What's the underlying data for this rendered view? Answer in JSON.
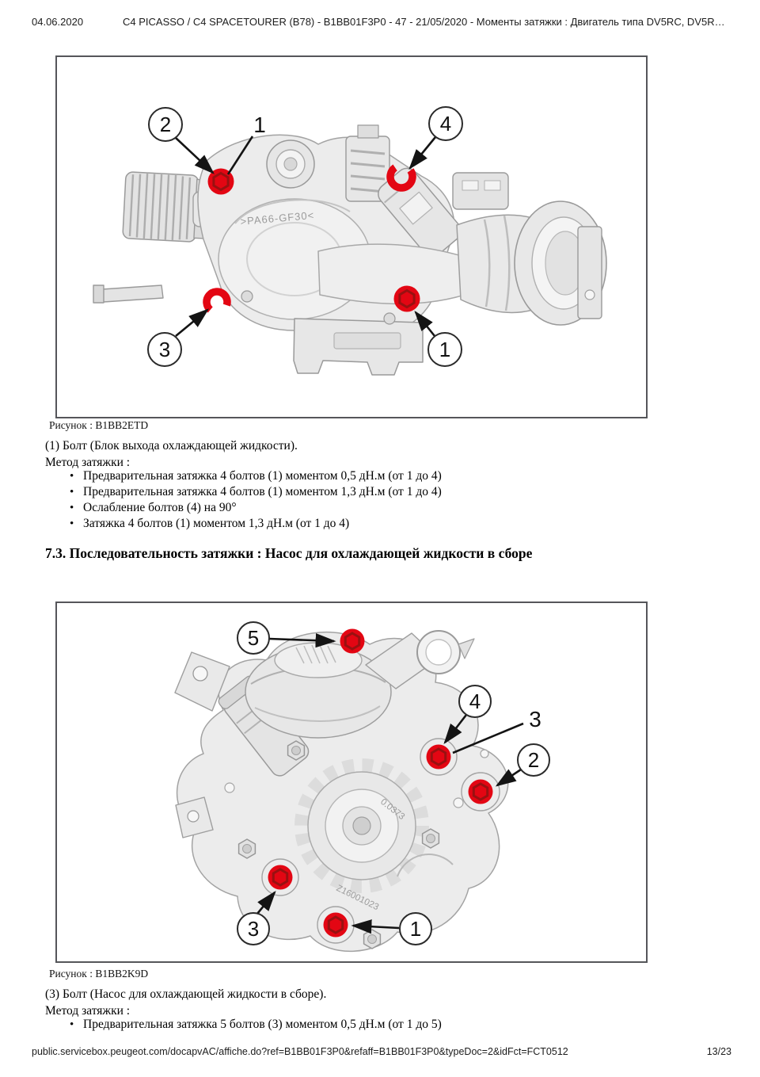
{
  "header": {
    "date": "04.06.2020",
    "title": "C4 PICASSO / C4 SPACETOURER (B78) - B1BB01F3P0 - 47 - 21/05/2020 - Моменты затяжки : Двигатель типа DV5RC, DV5R…"
  },
  "footer": {
    "url": "public.servicebox.peugeot.com/docapvAC/affiche.do?ref=B1BB01F3P0&refaff=B1BB01F3P0&typeDoc=2&idFct=FCT0512",
    "page_number": "13/23"
  },
  "colors": {
    "marker_red": "#e30613",
    "marker_red_dark": "#991111",
    "frame_gray": "#55565a"
  },
  "section1": {
    "figure": {
      "caption": "Рисунок : B1BB2ETD",
      "part_marking": ">PA66-GF30<",
      "callouts": {
        "circle_2": "2",
        "label_1": "1",
        "circle_4": "4",
        "circle_1": "1",
        "circle_3": "3"
      }
    },
    "part_line": "(1) Болт (Блок выхода охлаждающей жидкости).",
    "method_label": "Метод затяжки :",
    "bullets": [
      "Предварительная затяжка 4 болтов (1) моментом 0,5 дН.м (от 1 до 4)",
      "Предварительная затяжка 4 болтов (1) моментом 1,3 дН.м (от 1 до 4)",
      "Ослабление болтов (4) на 90°",
      "Затяжка 4 болтов (1) моментом 1,3 дН.м (от 1 до 4)"
    ]
  },
  "heading_7_3": "7.3. Последовательность затяжки : Насос для охлаждающей жидкости в сборе",
  "section2": {
    "figure": {
      "caption": "Рисунок : B1BB2K9D",
      "gear_marking": "0.0373",
      "casting_marking": "Z16001023",
      "callouts": {
        "circle_5": "5",
        "circle_4": "4",
        "label_3": "3",
        "circle_2": "2",
        "circle_3": "3",
        "circle_1": "1"
      }
    },
    "part_line": "(3) Болт (Насос для охлаждающей жидкости в сборе).",
    "method_label": "Метод затяжки :",
    "bullets": [
      "Предварительная затяжка 5 болтов (3) моментом 0,5 дН.м (от 1 до 5)"
    ]
  }
}
